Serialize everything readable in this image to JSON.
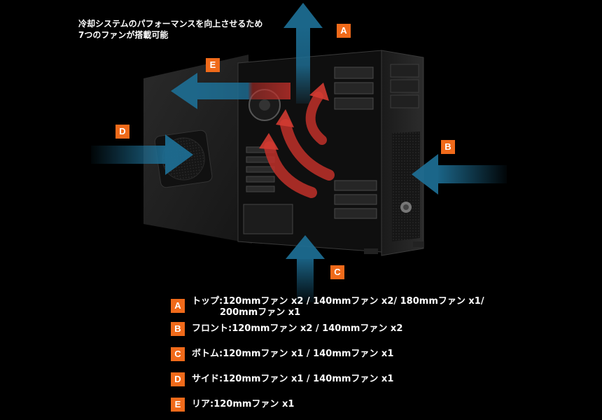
{
  "headline": {
    "line1": "冷却システムのパフォーマンスを向上させるため",
    "line2": "7つのファンが搭載可能"
  },
  "colors": {
    "badge": "#f06a1a",
    "intake_arrow": "#1e6f95",
    "exhaust_arrow": "#c0302a",
    "background": "#000000"
  },
  "diagram_badges": {
    "a": "A",
    "b": "B",
    "c": "C",
    "d": "D",
    "e": "E"
  },
  "legend": [
    {
      "letter": "A",
      "text": "トップ:120mmファン x2 / 140mmファン x2/ 180mmファン x1/",
      "text2": "200mmファン x1"
    },
    {
      "letter": "B",
      "text": "フロント:120mmファン x2 / 140mmファン x2"
    },
    {
      "letter": "C",
      "text": "ボトム:120mmファン x1 / 140mmファン x1"
    },
    {
      "letter": "D",
      "text": "サイド:120mmファン x1 / 140mmファン x1"
    },
    {
      "letter": "E",
      "text": "リア:120mmファン x1"
    }
  ]
}
